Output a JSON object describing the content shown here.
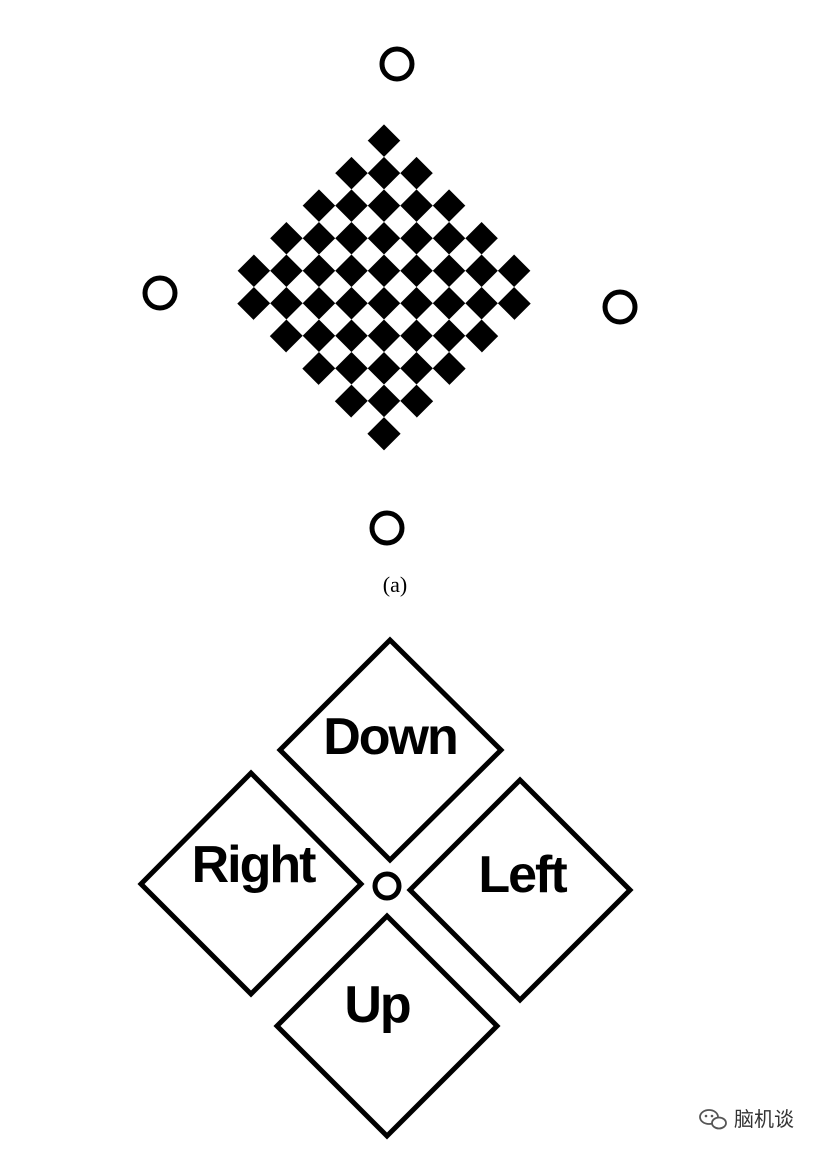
{
  "figure_a": {
    "caption": "(a)",
    "checkerboard": {
      "grid_size": 10
    },
    "markers": [
      "top",
      "left",
      "right",
      "bottom"
    ]
  },
  "figure_b": {
    "labels": {
      "down": "Down",
      "right": "Right",
      "left": "Left",
      "up": "Up"
    }
  },
  "watermark": {
    "text": "脑机谈",
    "icon": "wechat-icon"
  },
  "colors": {
    "ink": "#000000",
    "background": "#ffffff",
    "watermark": "#555555"
  }
}
